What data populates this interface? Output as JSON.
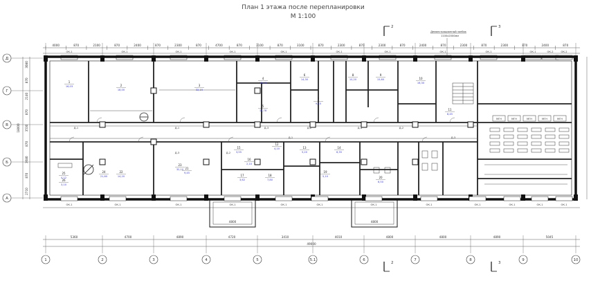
{
  "title": {
    "line1": "План 1 этажа после перепланировки",
    "line2": "М 1:100"
  },
  "section_marks": {
    "left": "2",
    "right": "3"
  },
  "annotation": {
    "line1": "Демонстрационный зонбок",
    "line2": "1100x2000мм"
  },
  "axes": {
    "columns": [
      "1",
      "2",
      "3",
      "4",
      "5",
      "5.1",
      "6",
      "7",
      "8",
      "9",
      "10"
    ],
    "rows": [
      "Д",
      "Г",
      "В",
      "Б",
      "А"
    ]
  },
  "top_dims_outer": [
    "4000",
    "870",
    "2100",
    "870",
    "2400",
    "870",
    "2300",
    "870",
    "4700",
    "870",
    "3100",
    "870",
    "3100",
    "870",
    "2300",
    "870",
    "2300",
    "870",
    "2400",
    "870",
    "2300",
    "870",
    "2300",
    "870",
    "2400",
    "870"
  ],
  "top_window_marks": [
    "ОК-1",
    "ОК-1",
    "ОК-1",
    "ОК-1",
    "ОК-1",
    "ОК-1",
    "ОК-1",
    "ОК-1",
    "ОК-1",
    "ОК-1",
    "ОК-2",
    "ОК-2"
  ],
  "bottom_window_marks": [
    "ОК-1",
    "ОК-1",
    "ОК-1",
    "ОК-1",
    "ОК-1",
    "ОК-1",
    "ОК-1",
    "ОК-1",
    "ОК-1",
    "ОК-1",
    "ОК-1",
    "ОК-1"
  ],
  "bottom_dims_spans": [
    "5360",
    "4700",
    "4890",
    "4720",
    "3410",
    "4010",
    "4800",
    "4800",
    "4890",
    "5045"
  ],
  "bottom_total": "49000",
  "porch_dims": [
    "4800",
    "4800"
  ],
  "left_dims": [
    "3080",
    "870",
    "2140",
    "870",
    "3530",
    "870",
    "3680",
    "870",
    "2710"
  ],
  "left_total": "18000",
  "rooms": [
    {
      "no": "1",
      "area": "16,03"
    },
    {
      "no": "2",
      "area": "18,00"
    },
    {
      "no": "3",
      "area": "32,15"
    },
    {
      "no": "4",
      "area": "12,40"
    },
    {
      "no": "5",
      "area": "11,78"
    },
    {
      "no": "6",
      "area": "14,30"
    },
    {
      "no": "7",
      "area": "9,15"
    },
    {
      "no": "8",
      "area": "10,20"
    },
    {
      "no": "9",
      "area": "15,60"
    },
    {
      "no": "10",
      "area": "16,30"
    },
    {
      "no": "11",
      "area": "8,45"
    },
    {
      "no": "12",
      "area": "4,10"
    },
    {
      "no": "13",
      "area": "5,20"
    },
    {
      "no": "14",
      "area": "6,35"
    },
    {
      "no": "15",
      "area": "3,55"
    },
    {
      "no": "16",
      "area": "2,10"
    },
    {
      "no": "17",
      "area": "3,62"
    },
    {
      "no": "18",
      "area": "7,80"
    },
    {
      "no": "19",
      "area": "5,10"
    },
    {
      "no": "20",
      "area": "6,50"
    },
    {
      "no": "21",
      "area": "9,45"
    },
    {
      "no": "22",
      "area": "14,20"
    },
    {
      "no": "23",
      "area": "32,10"
    },
    {
      "no": "24",
      "area": "21,60"
    },
    {
      "no": "25",
      "area": "4,12"
    },
    {
      "no": "26",
      "area": "3,10"
    }
  ],
  "door_marks": [
    "Д-1",
    "Д-2",
    "Д-3",
    "Д-3",
    "Д-1",
    "Д-2",
    "Д-4",
    "Д-2",
    "Д-3",
    "Д-1"
  ],
  "furniture": {
    "cabinet_label": "МГН"
  },
  "colors": {
    "wall": "#111111",
    "dim": "#333333",
    "area_text": "#3a3ad0",
    "partition": "#444444"
  }
}
